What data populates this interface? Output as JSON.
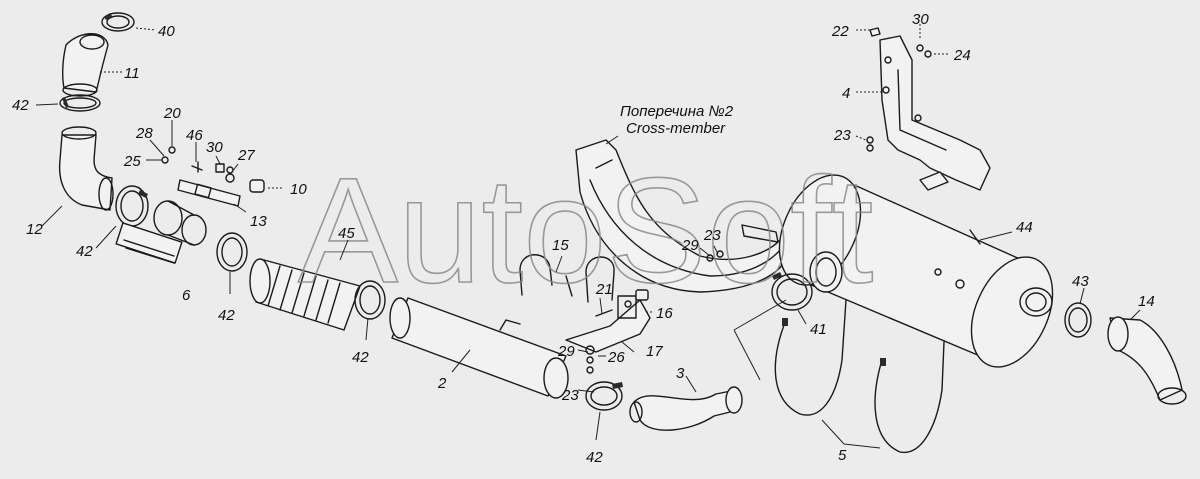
{
  "watermark": "AutoSoft",
  "caption": {
    "line1": "Поперечина №2",
    "line2": "Cross-member"
  },
  "labels": {
    "l40": "40",
    "l11": "11",
    "l42a": "42",
    "l12": "12",
    "l42b": "42",
    "l6": "6",
    "l42c": "42",
    "l20": "20",
    "l28": "28",
    "l46": "46",
    "l30a": "30",
    "l27": "27",
    "l25": "25",
    "l10": "10",
    "l13": "13",
    "l45": "45",
    "l42d": "42",
    "l2": "2",
    "l15": "15",
    "l21": "21",
    "l16": "16",
    "l29a": "29",
    "l26": "26",
    "l17": "17",
    "l23a": "23",
    "l42e": "42",
    "l3": "3",
    "l29b": "29",
    "l23b": "23",
    "l41": "41",
    "l5": "5",
    "l22": "22",
    "l30b": "30",
    "l24": "24",
    "l4": "4",
    "l23c": "23",
    "l44": "44",
    "l43": "43",
    "l14": "14"
  }
}
